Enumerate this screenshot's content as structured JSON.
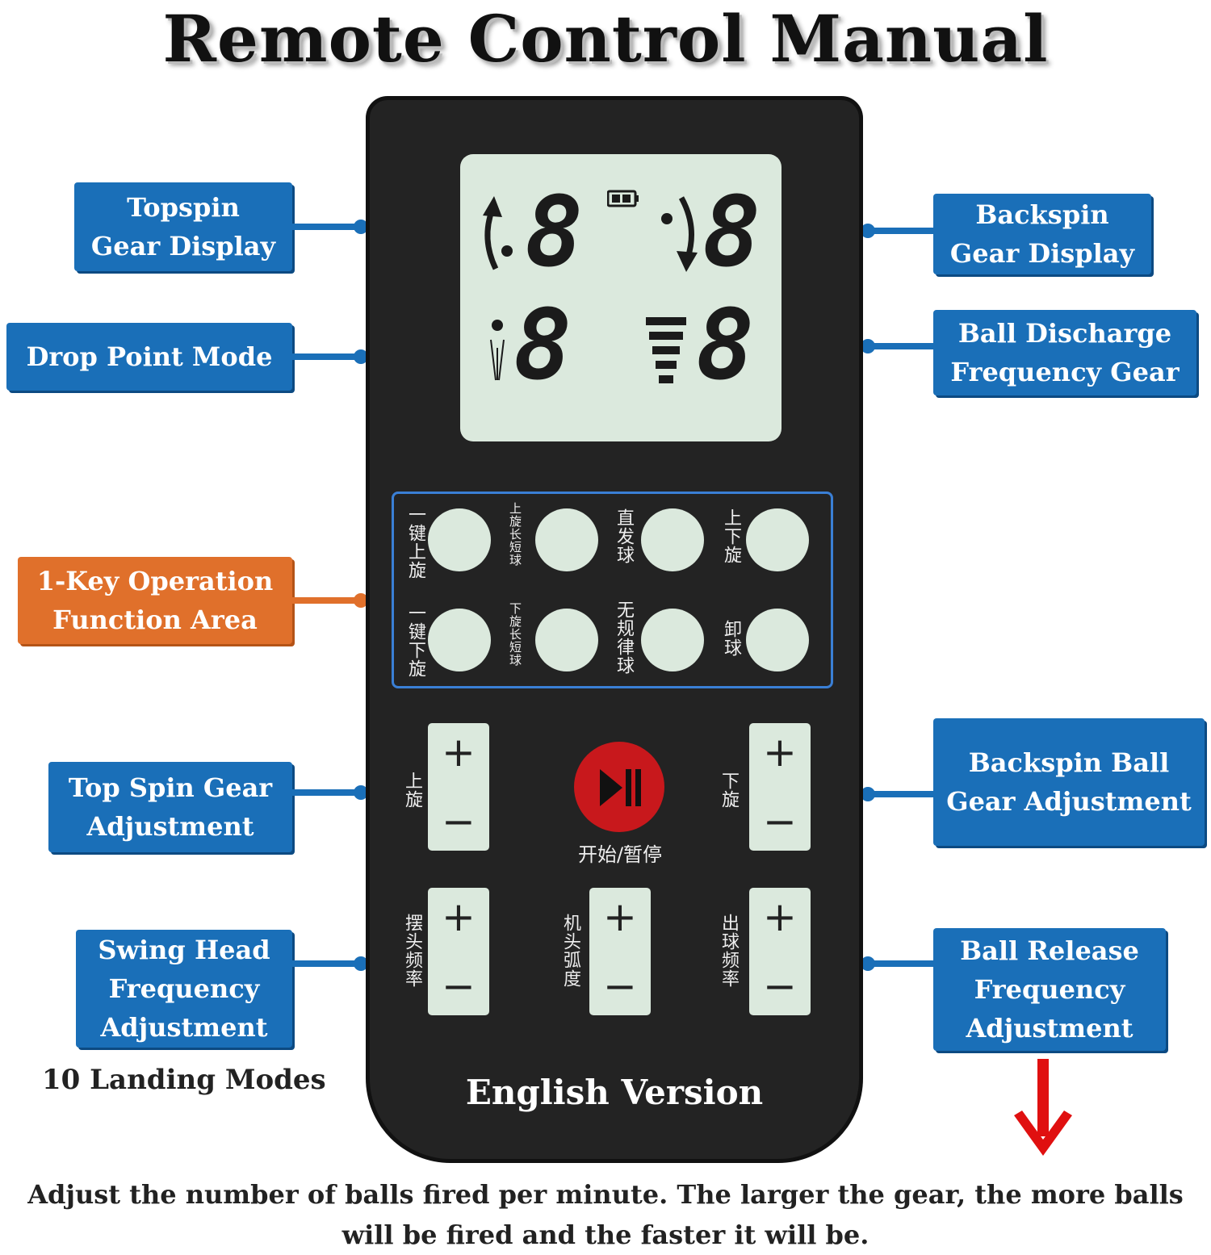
{
  "title": "Remote Control Manual",
  "callouts": {
    "topspin_display": "Topspin\nGear Display",
    "backspin_display": "Backspin\nGear Display",
    "drop_point": "Drop Point Mode",
    "ball_discharge": "Ball Discharge\nFrequency Gear",
    "one_key": "1-Key Operation\nFunction Area",
    "top_spin_adj": "Top Spin Gear\nAdjustment",
    "backspin_adj": "Backspin Ball\nGear Adjustment",
    "swing_head": "Swing Head\nFrequency\nAdjustment",
    "ball_release": "Ball Release\nFrequency\nAdjustment"
  },
  "lcd": {
    "digit_top_left": "8",
    "digit_top_right": "8",
    "digit_bottom_left": "8",
    "digit_bottom_right": "8"
  },
  "key_labels": {
    "row1": [
      "一键上旋",
      "上旋长短球",
      "直发球",
      "上下旋"
    ],
    "row2": [
      "一键下旋",
      "下旋长短球",
      "无规律球",
      "卸球"
    ]
  },
  "rocker_labels": {
    "topspin": "上旋",
    "backspin": "下旋",
    "swing": "摆头频率",
    "head_arc": "机头弧度",
    "release": "出球频率"
  },
  "rocker_symbols": {
    "plus": "+",
    "minus": "−"
  },
  "play_pause_label": "开始/暂停",
  "english_version": "English Version",
  "landing_modes": "10 Landing Modes",
  "footnote": "Adjust the number of balls fired per minute. The larger the gear, the more balls will be fired and the faster it will be.",
  "colors": {
    "callout_blue": "#1a6fb8",
    "callout_orange": "#e0702b",
    "remote_body": "#232323",
    "lcd_bg": "#dbe9dd",
    "play_button": "#c8181c",
    "arrow_red": "#e01010",
    "key_area_border": "#3a7fd5"
  }
}
